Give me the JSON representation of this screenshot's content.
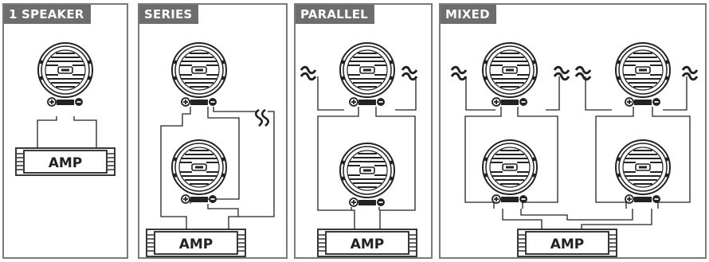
{
  "panels": [
    {
      "title": "1 SPEAKER",
      "amp_label": "AMP",
      "speakers": 1
    },
    {
      "title": "SERIES",
      "amp_label": "AMP",
      "speakers": 2
    },
    {
      "title": "PARALLEL",
      "amp_label": "AMP",
      "speakers": 2
    },
    {
      "title": "MIXED",
      "amp_label": "AMP",
      "speakers": 4
    }
  ],
  "terminals": {
    "positive": "+",
    "negative": "−"
  },
  "colors": {
    "line": "#2a2a2a",
    "frame": "#7a7a7a",
    "tag_bg": "#6d6d6d",
    "tag_text": "#ffffff"
  }
}
